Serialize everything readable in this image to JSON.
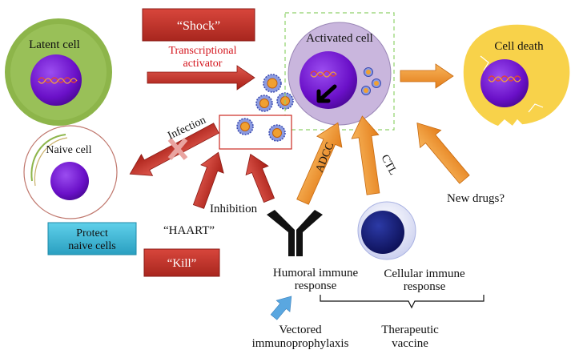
{
  "labels": {
    "shock": "“Shock”",
    "transcriptional_line1": "Transcriptional",
    "transcriptional_line2": "activator",
    "latent_cell": "Latent cell",
    "activated_cell": "Activated cell",
    "cell_death": "Cell death",
    "infection": "Infection",
    "naive_cell": "Naive cell",
    "protect_line1": "Protect",
    "protect_line2": "naive cells",
    "haart": "“HAART”",
    "inhibition": "Inhibition",
    "kill": "“Kill”",
    "adcc": "ADCC",
    "ctl": "CTL",
    "new_drugs": "New drugs?",
    "humoral_line1": "Humoral immune",
    "humoral_line2": "response",
    "cellular_line1": "Cellular immune",
    "cellular_line2": "response",
    "vectored_line1": "Vectored",
    "vectored_line2": "immunoprophylaxis",
    "therapeutic_line1": "Therapeutic",
    "therapeutic_line2": "vaccine"
  },
  "colors": {
    "red_box": "#c0392b",
    "red_text": "#d4141c",
    "green_cell": "#8db54a",
    "purple_nucleus": "#6a10c8",
    "lavender_cell": "#c9b6dd",
    "yellow_cell": "#f8d24a",
    "orange_arrow": "#f39a33",
    "blue_box": "#3ab9d6",
    "dark_blue": "#1a1c7a",
    "light_blue_arrow": "#5aa7e0"
  }
}
